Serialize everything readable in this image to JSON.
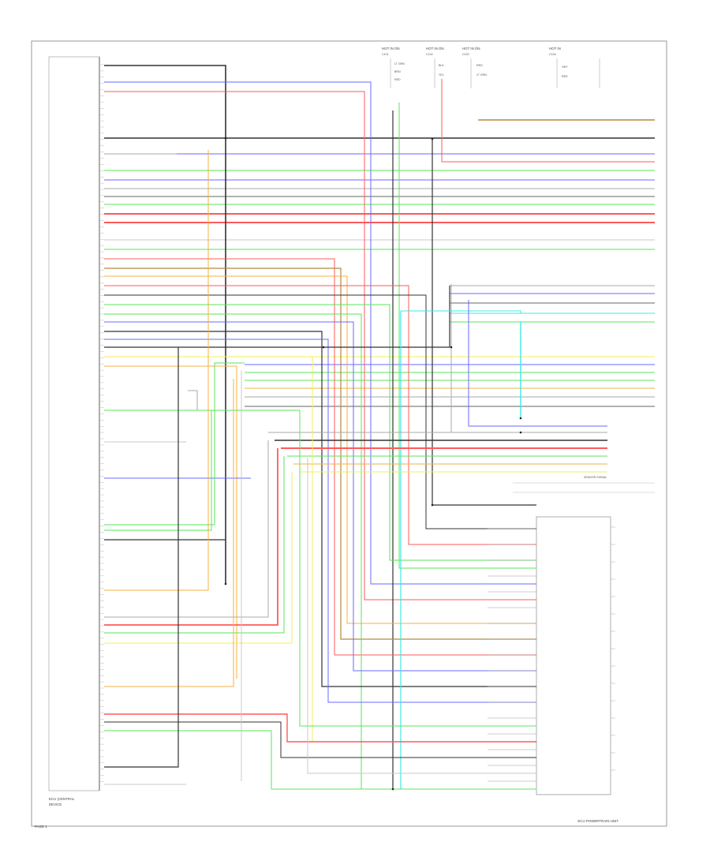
{
  "diagram": {
    "left_module": {
      "line1": "ECU (CENTRAL",
      "line2": "DEVICE"
    },
    "right_module": {
      "label": "ECU POWERTRAIN UNIT"
    },
    "footer": {
      "page_code": "PAGE 1"
    },
    "note": "SENSOR SIGNAL",
    "top_connectors": [
      {
        "title": "HOT IN ON",
        "lines": [
          "C101",
          "LT GRN",
          "BRN",
          "RED"
        ]
      },
      {
        "title": "HOT IN ON",
        "lines": [
          "C102",
          "BLK",
          "YEL"
        ]
      },
      {
        "title": "HOT IN ON",
        "lines": [
          "C103",
          "RED",
          "LT GRN"
        ]
      },
      {
        "title": "HOT IN",
        "lines": [
          "C104",
          "GRY",
          "RED"
        ]
      }
    ]
  }
}
